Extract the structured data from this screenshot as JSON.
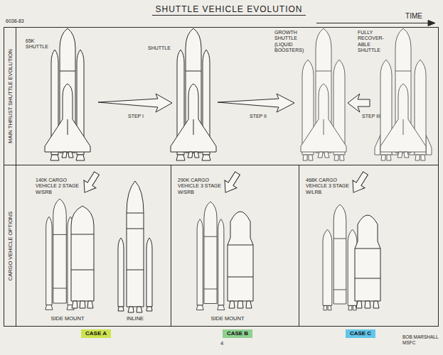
{
  "diagram": {
    "title": "SHUTTLE VEHICLE EVOLUTION",
    "nodes": [
      {
        "text": [
          "CASE A"
        ]
      },
      {
        "text": [
          "CASE B"
        ]
      },
      {
        "text": [
          "CASE C"
        ]
      }
    ],
    "labels": [
      "6038-83",
      "TIME",
      "MAIN THRUST SHUTTLE EVOLUTION",
      "CARGO VEHICLE OPTIONS",
      "65K SHUTTLE",
      "STEP I",
      "SHUTTLE",
      "STEP II",
      "GROWTH SHUTTLE (LIQUID BOOSTERS)",
      "STEP III",
      "FULLY RECOVER- ABLE SHUTTLE",
      "140K CARGO VEHICLE 2 STAGE W/SRB",
      "SIDE MOUNT",
      "INLINE",
      "290K CARGO VEHICLE 3 STAGE W/SRB",
      "SIDE MOUNT",
      "468K CARGO VEHICLE 3 STAGE W/LRB",
      "4",
      "BOB MARSHALL MSFC"
    ]
  }
}
